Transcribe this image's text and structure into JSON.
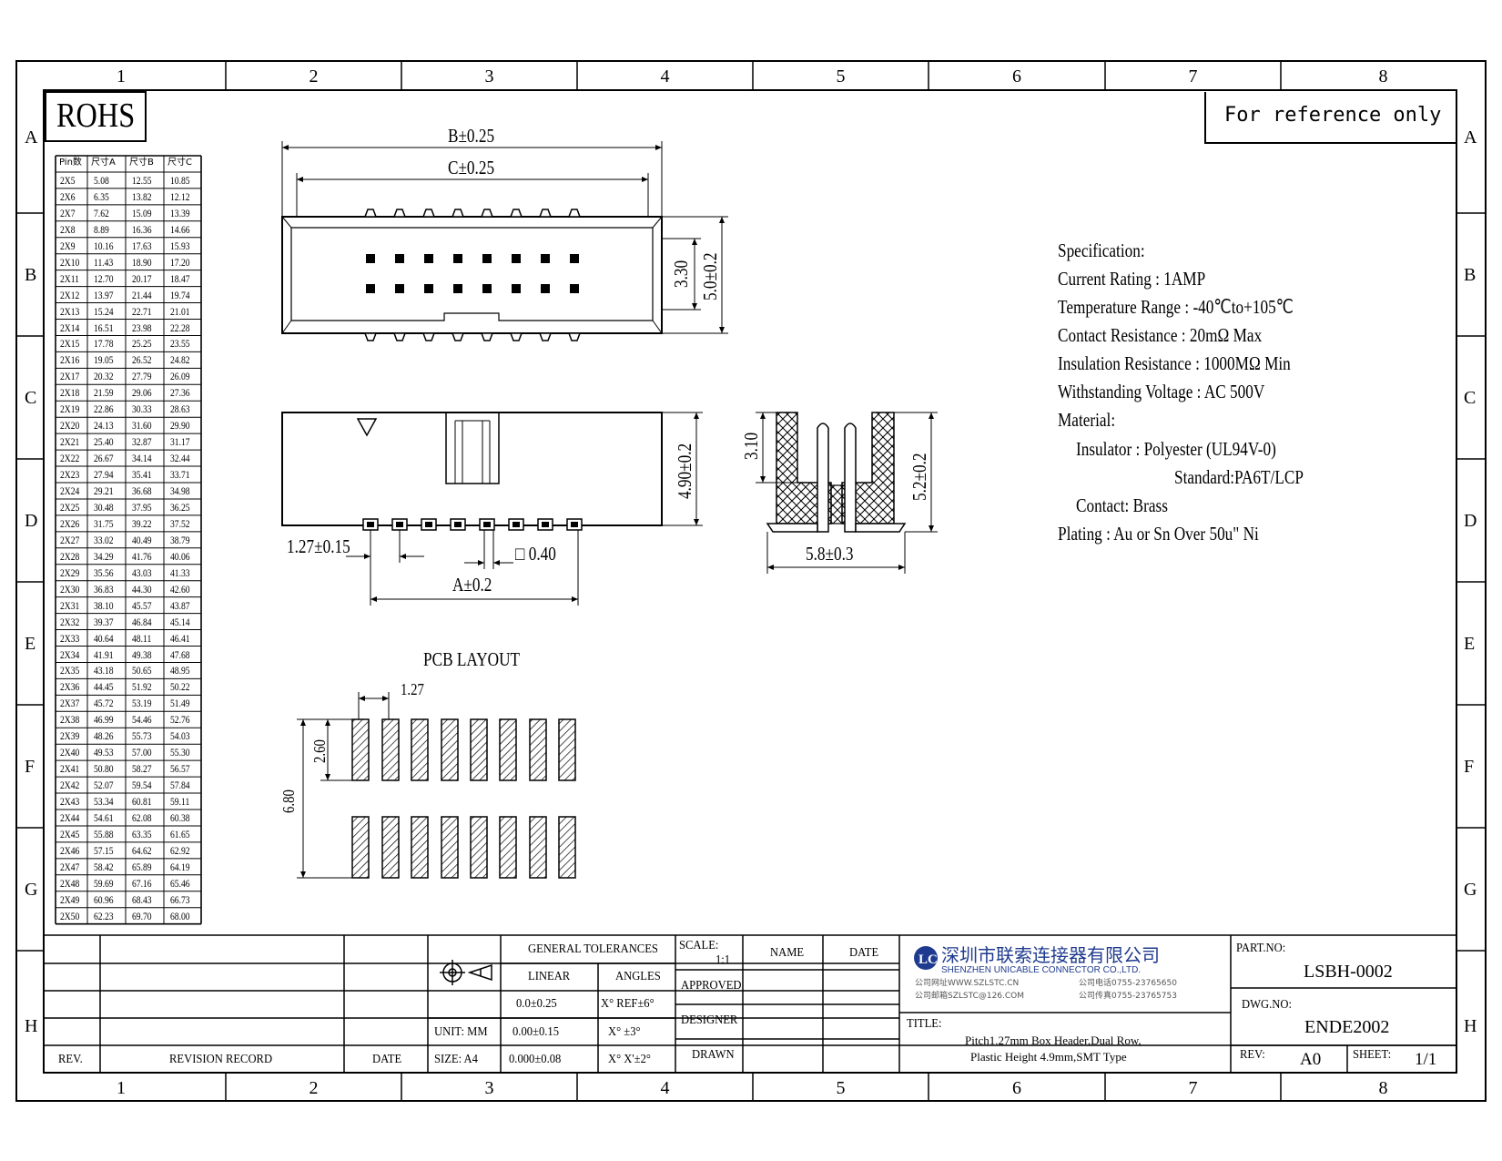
{
  "frame": {
    "col_labels": [
      "1",
      "2",
      "3",
      "4",
      "5",
      "6",
      "7",
      "8"
    ],
    "row_labels": [
      "A",
      "B",
      "C",
      "D",
      "E",
      "F",
      "G",
      "H"
    ]
  },
  "badges": {
    "rohs": "ROHS",
    "reference": "For reference only"
  },
  "size_table": {
    "headers": [
      "Pin数",
      "尺寸A",
      "尺寸B",
      "尺寸C"
    ],
    "rows": [
      [
        "2X5",
        "5.08",
        "12.55",
        "10.85"
      ],
      [
        "2X6",
        "6.35",
        "13.82",
        "12.12"
      ],
      [
        "2X7",
        "7.62",
        "15.09",
        "13.39"
      ],
      [
        "2X8",
        "8.89",
        "16.36",
        "14.66"
      ],
      [
        "2X9",
        "10.16",
        "17.63",
        "15.93"
      ],
      [
        "2X10",
        "11.43",
        "18.90",
        "17.20"
      ],
      [
        "2X11",
        "12.70",
        "20.17",
        "18.47"
      ],
      [
        "2X12",
        "13.97",
        "21.44",
        "19.74"
      ],
      [
        "2X13",
        "15.24",
        "22.71",
        "21.01"
      ],
      [
        "2X14",
        "16.51",
        "23.98",
        "22.28"
      ],
      [
        "2X15",
        "17.78",
        "25.25",
        "23.55"
      ],
      [
        "2X16",
        "19.05",
        "26.52",
        "24.82"
      ],
      [
        "2X17",
        "20.32",
        "27.79",
        "26.09"
      ],
      [
        "2X18",
        "21.59",
        "29.06",
        "27.36"
      ],
      [
        "2X19",
        "22.86",
        "30.33",
        "28.63"
      ],
      [
        "2X20",
        "24.13",
        "31.60",
        "29.90"
      ],
      [
        "2X21",
        "25.40",
        "32.87",
        "31.17"
      ],
      [
        "2X22",
        "26.67",
        "34.14",
        "32.44"
      ],
      [
        "2X23",
        "27.94",
        "35.41",
        "33.71"
      ],
      [
        "2X24",
        "29.21",
        "36.68",
        "34.98"
      ],
      [
        "2X25",
        "30.48",
        "37.95",
        "36.25"
      ],
      [
        "2X26",
        "31.75",
        "39.22",
        "37.52"
      ],
      [
        "2X27",
        "33.02",
        "40.49",
        "38.79"
      ],
      [
        "2X28",
        "34.29",
        "41.76",
        "40.06"
      ],
      [
        "2X29",
        "35.56",
        "43.03",
        "41.33"
      ],
      [
        "2X30",
        "36.83",
        "44.30",
        "42.60"
      ],
      [
        "2X31",
        "38.10",
        "45.57",
        "43.87"
      ],
      [
        "2X32",
        "39.37",
        "46.84",
        "45.14"
      ],
      [
        "2X33",
        "40.64",
        "48.11",
        "46.41"
      ],
      [
        "2X34",
        "41.91",
        "49.38",
        "47.68"
      ],
      [
        "2X35",
        "43.18",
        "50.65",
        "48.95"
      ],
      [
        "2X36",
        "44.45",
        "51.92",
        "50.22"
      ],
      [
        "2X37",
        "45.72",
        "53.19",
        "51.49"
      ],
      [
        "2X38",
        "46.99",
        "54.46",
        "52.76"
      ],
      [
        "2X39",
        "48.26",
        "55.73",
        "54.03"
      ],
      [
        "2X40",
        "49.53",
        "57.00",
        "55.30"
      ],
      [
        "2X41",
        "50.80",
        "58.27",
        "56.57"
      ],
      [
        "2X42",
        "52.07",
        "59.54",
        "57.84"
      ],
      [
        "2X43",
        "53.34",
        "60.81",
        "59.11"
      ],
      [
        "2X44",
        "54.61",
        "62.08",
        "60.38"
      ],
      [
        "2X45",
        "55.88",
        "63.35",
        "61.65"
      ],
      [
        "2X46",
        "57.15",
        "64.62",
        "62.92"
      ],
      [
        "2X47",
        "58.42",
        "65.89",
        "64.19"
      ],
      [
        "2X48",
        "59.69",
        "67.16",
        "65.46"
      ],
      [
        "2X49",
        "60.96",
        "68.43",
        "66.73"
      ],
      [
        "2X50",
        "62.23",
        "69.70",
        "68.00"
      ]
    ]
  },
  "dims": {
    "b": "B±0.25",
    "c": "C±0.25",
    "h330": "3.30",
    "h50": "5.0±0.2",
    "h490": "4.90±0.2",
    "pitch": "1.27±0.15",
    "pin": "□ 0.40",
    "a": "A±0.2",
    "h310": "3.10",
    "h52": "5.2±0.2",
    "w58": "5.8±0.3",
    "pcb_pitch": "1.27",
    "pcb_pad": "2.60",
    "pcb_total": "6.80"
  },
  "pcb_title": "PCB LAYOUT",
  "spec": {
    "lines": [
      "Specification:",
      "Current Rating : 1AMP",
      "Temperature Range : -40℃to+105℃",
      "Contact Resistance : 20mΩ Max",
      "Insulation Resistance : 1000MΩ Min",
      "Withstanding Voltage : AC 500V",
      "Material:",
      "Insulator : Polyester (UL94V-0)",
      "Standard:PA6T/LCP",
      "Contact: Brass",
      "Plating : Au or Sn Over 50u\" Ni"
    ]
  },
  "title_block": {
    "rev_label": "REV.",
    "revision_record": "REVISION RECORD",
    "date_label": "DATE",
    "unit": "UNIT: MM",
    "size": "SIZE: A4",
    "general_tolerances": "GENERAL TOLERANCES",
    "linear": "LINEAR",
    "angles": "ANGLES",
    "lin1": "0.0±0.25",
    "lin2": "0.00±0.15",
    "lin3": "0.000±0.08",
    "ang1": "X° REF±6°",
    "ang2": "X° ±3°",
    "ang3": "X° X'±2°",
    "scale_label": "SCALE:",
    "scale_value": "1:1",
    "name_label": "NAME",
    "date_col": "DATE",
    "approved": "APPROVED",
    "designer": "DESIGNER",
    "drawn": "DRAWN",
    "company_cn": "深圳市联索连接器有限公司",
    "company_en": "SHENZHEN UNICABLE CONNECTOR CO.,LTD.",
    "website": "公司网址WWW.SZLSTC.CN",
    "email": "公司邮箱SZLSTC@126.COM",
    "phone": "公司电话0755-23765650",
    "fax": "公司传真0755-23765753",
    "title_label": "TITLE:",
    "title_line1": "Pitch1.27mm Box Header,Dual Row,",
    "title_line2": "Plastic Height 4.9mm,SMT Type",
    "part_no_label": "PART.NO:",
    "part_no": "LSBH-0002",
    "dwg_no_label": "DWG.NO:",
    "dwg_no": "ENDE2002",
    "rev_lbl2": "REV:",
    "rev_value": "A0",
    "sheet_label": "SHEET:",
    "sheet_value": "1/1"
  }
}
